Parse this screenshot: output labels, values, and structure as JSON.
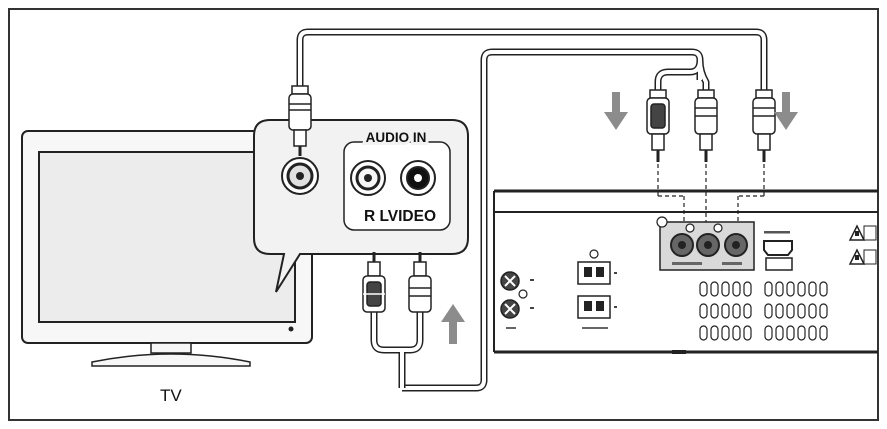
{
  "diagram": {
    "tv_label": "TV",
    "callout": {
      "audio_in_label": "AUDIO IN",
      "channel_label": "R LVIDEO"
    }
  },
  "colors": {
    "line": "#222222",
    "panel_fill": "#f2f2f2",
    "cable_fill": "#ffffff",
    "arrow": "#8c8c8c"
  }
}
